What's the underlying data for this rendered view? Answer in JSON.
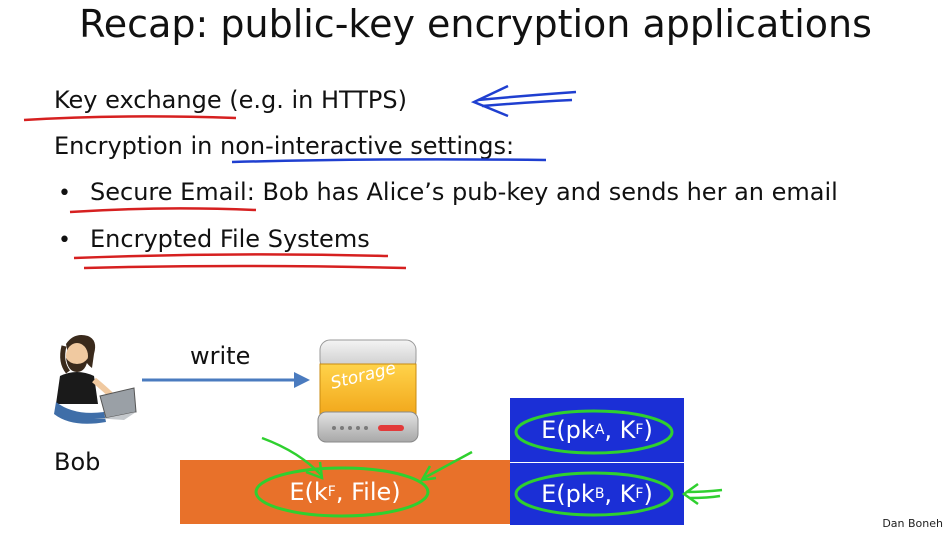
{
  "title": "Recap:  public-key encryption applications",
  "lines": {
    "key_exchange": "Key exchange",
    "key_exchange_example": " (e.g.  in HTTPS)",
    "encryption_prefix": "Encryption in ",
    "encryption_highlight": "non-interactive settings",
    "encryption_suffix": ":"
  },
  "bullets": [
    {
      "marker": "•",
      "term": "Secure Email",
      "rest": ":   Bob has Alice’s pub-key and sends her an email"
    },
    {
      "marker": "•",
      "term": "Encrypted File Systems",
      "rest": ""
    }
  ],
  "diagram": {
    "actor_label": "Bob",
    "arrow_label": "write",
    "storage_label": "Storage",
    "file_box": {
      "prefix": "E(k",
      "sub": "F",
      "suffix": ", File)"
    },
    "key_boxes": [
      {
        "prefix": "E(pk",
        "sub1": "A",
        "mid": ",  K",
        "sub2": "F",
        "suffix": ")"
      },
      {
        "prefix": "E(pk",
        "sub1": "B",
        "mid": ",  K",
        "sub2": "F",
        "suffix": ")"
      }
    ]
  },
  "credit": "Dan Boneh",
  "colors": {
    "orange_box": "#e8712a",
    "blue_box": "#1b2fd6",
    "arrow_blue": "#4a7bbf",
    "ink_red": "#d62020",
    "ink_blue": "#1f3fd0",
    "ink_green": "#2fd02f"
  }
}
